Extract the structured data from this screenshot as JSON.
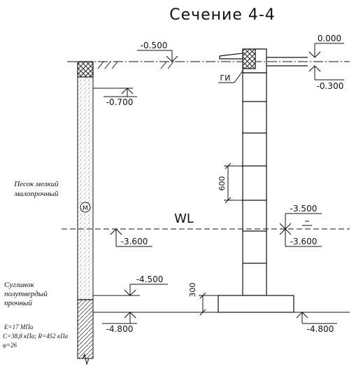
{
  "title": "Сечение 4-4",
  "elevations": {
    "ground_level": "-0.500",
    "floor_zero": "0.000",
    "floor_under": "-0.300",
    "fill_bottom": "-0.700",
    "water_inside": "-3.500",
    "water_right": "-3.600",
    "water_left": "-3.600",
    "footing_top": "-4.500",
    "footing_base_left": "-4.800",
    "footing_base_right": "-4.800"
  },
  "labels": {
    "waterproofing": "ГИ",
    "block_height": "600",
    "water_level": "WL",
    "footing_height": "300",
    "marker": "M"
  },
  "soil": {
    "layer1": [
      "Песок мелкий",
      "малопрочный"
    ],
    "layer2": [
      "Суглинок",
      "полутвердый",
      "прочный"
    ],
    "layer2_props": [
      "E=17 МПа",
      "C=38,8 кПа; R=452 кПа",
      "φ=26"
    ]
  }
}
